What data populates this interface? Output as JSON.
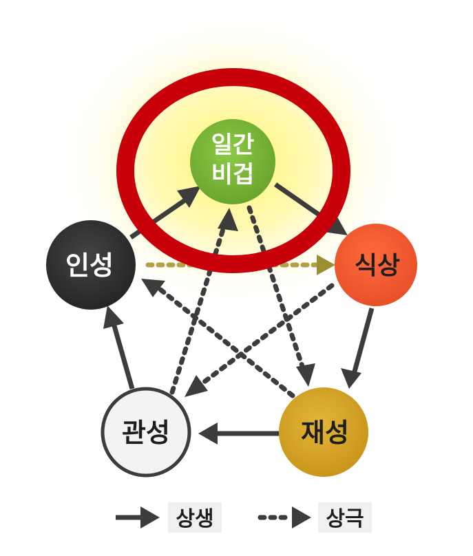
{
  "nodes": {
    "ilgan": {
      "line1": "일간",
      "line2": "비겁",
      "color": "#7fb83a"
    },
    "siksang": {
      "label": "식상",
      "color": "#f25a2e"
    },
    "jaeseong": {
      "label": "재성",
      "color": "#d9a826"
    },
    "gwanseong": {
      "label": "관성",
      "color": "#f2f2f2"
    },
    "inseong": {
      "label": "인성",
      "color": "#333333"
    }
  },
  "legend": {
    "solid_label": "상생",
    "dotted_label": "상극"
  },
  "colors": {
    "highlight_ring": "#c8000a",
    "glow": "#fff46a",
    "arrow": "#3c3c3c",
    "dotted_arrow_ilgan_siksang": "#b0a244"
  }
}
